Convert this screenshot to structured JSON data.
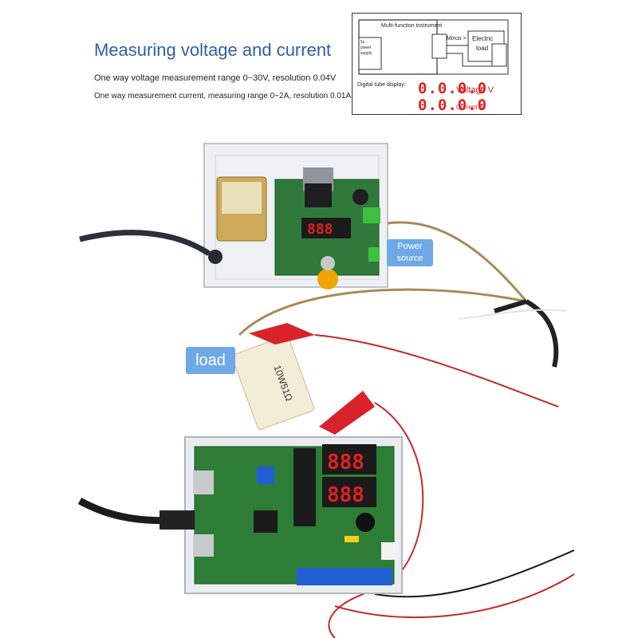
{
  "header": {
    "title": "Measuring voltage and current",
    "line1": "One way voltage measurement range 0~30V, resolution 0.04V",
    "line2": "One way measurement current, measuring range 0~2A, resolution 0.01A"
  },
  "diagram": {
    "instrument": "Multi-function instrument",
    "supply_line1": "5v",
    "supply_line2": "power",
    "supply_line3": "supply",
    "minus": "Minus >",
    "electric_load_1": "Electric",
    "electric_load_2": "load",
    "display_label": "Digital tube display:",
    "digits_voltage": "0.0.0.0",
    "voltage_label": "Voltage V",
    "digits_current": "0.0.0.0",
    "current_label": "Current A"
  },
  "labels": {
    "power_source_1": "Power",
    "power_source_2": "source",
    "load": "load"
  },
  "resistor_text": "10W51Ω",
  "colors": {
    "title_blue": "#2f5fa8",
    "tag_blue": "#6fa8e6",
    "pcb_green": "#2f7a3a",
    "display_red": "#e02020",
    "clip_red": "#d8232a"
  }
}
